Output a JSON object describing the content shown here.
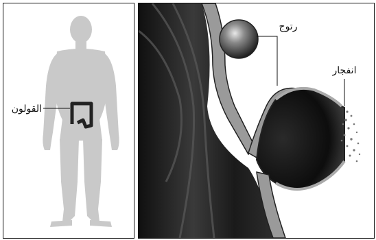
{
  "left_panel": {
    "labels": {
      "colon": "القولون"
    }
  },
  "right_panel": {
    "labels": {
      "diverticulum": "رتوج",
      "rupture": "انفجار"
    }
  },
  "colors": {
    "body_silhouette": "#c9c9c9",
    "colon": "#222222",
    "wall": "#888888",
    "dark": "#111111"
  }
}
